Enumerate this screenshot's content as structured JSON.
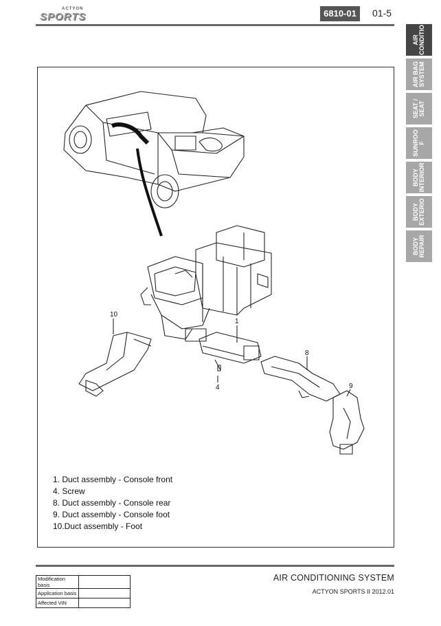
{
  "header": {
    "logo_top": "ACTYON",
    "logo_main": "SPORTS",
    "code": "6810-01",
    "page": "01-5"
  },
  "side_tabs": [
    {
      "label": "AIR\nCONDITIO",
      "active": true
    },
    {
      "label": "AIR BAG\nSYSTEM",
      "active": false
    },
    {
      "label": "SEAT /\nSEAT",
      "active": false
    },
    {
      "label": "SUNROO\nF",
      "active": false
    },
    {
      "label": "BODY\nINTERIOR",
      "active": false
    },
    {
      "label": "BODY\nEXTERIO",
      "active": false
    },
    {
      "label": "BODY\nREPAIR",
      "active": false
    }
  ],
  "figure": {
    "callouts": [
      "10",
      "1",
      "4",
      "8",
      "9"
    ]
  },
  "legend": [
    "1. Duct assembly - Console front",
    "4. Screw",
    "8. Duct assembly - Console rear",
    "9. Duct assembly - Console foot",
    "10.Duct assembly - Foot"
  ],
  "footer": {
    "table": [
      {
        "label": "Modification basis",
        "value": ""
      },
      {
        "label": "Application basis",
        "value": ""
      },
      {
        "label": "Affected VIN",
        "value": ""
      }
    ],
    "title": "AIR CONDITIONING SYSTEM",
    "subtitle": "ACTYON SPORTS II 2012.01"
  }
}
